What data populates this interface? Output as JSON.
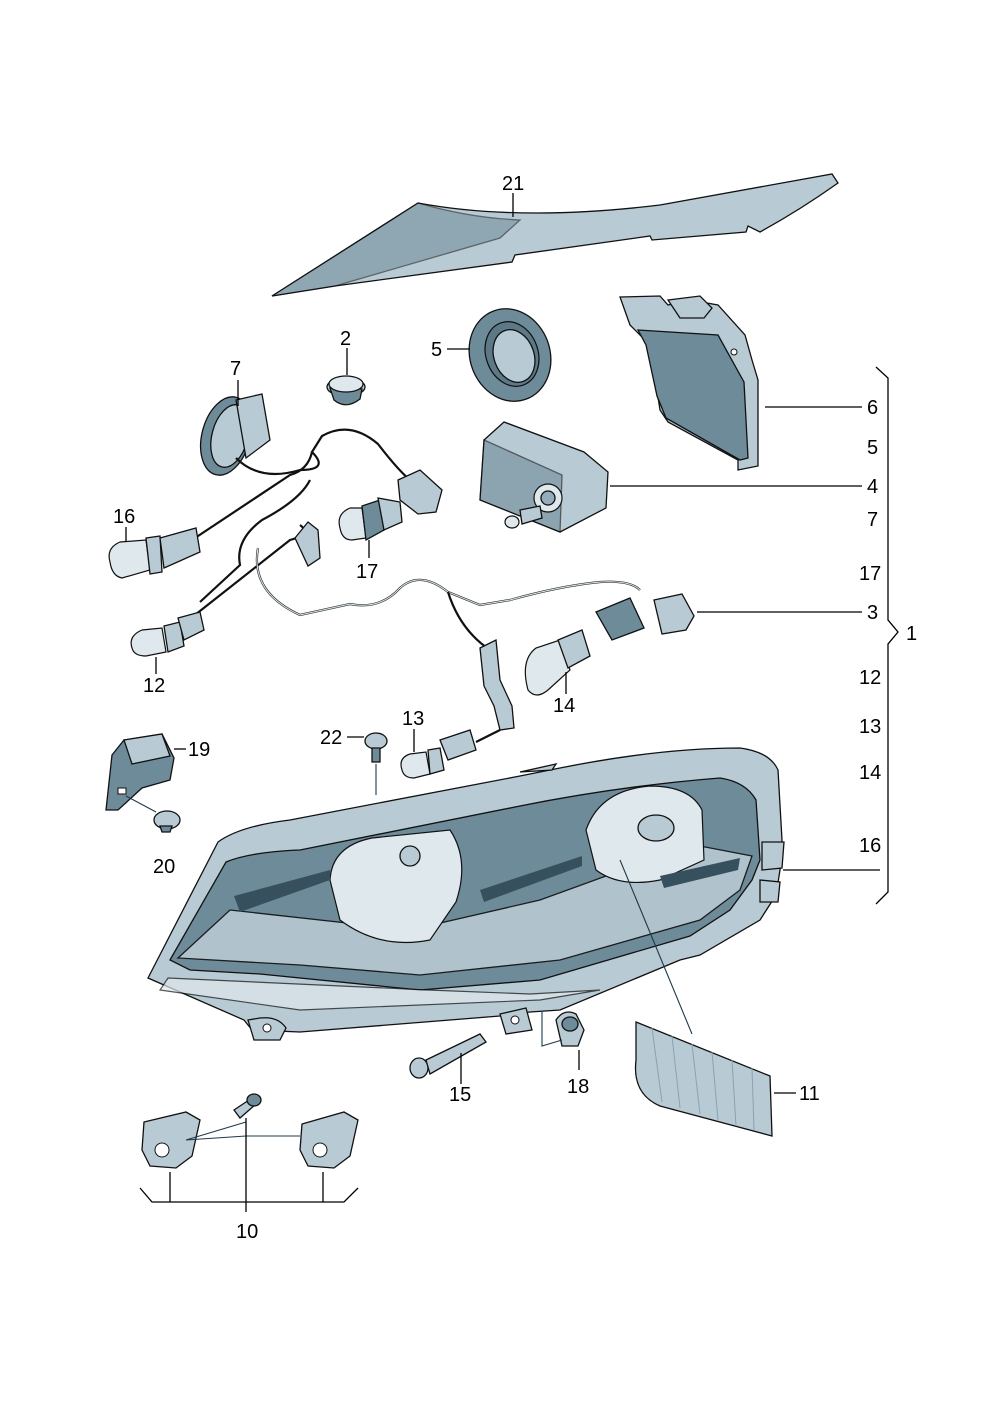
{
  "callouts": {
    "c21": "21",
    "c2": "2",
    "c7": "7",
    "c5": "5",
    "c6": "6",
    "c16": "16",
    "c17": "17",
    "c12": "12",
    "c14": "14",
    "c13": "13",
    "c22": "22",
    "c19": "19",
    "c20": "20",
    "c15": "15",
    "c18": "18",
    "c11": "11",
    "c10": "10"
  },
  "bracket_list": {
    "items": [
      "6",
      "5",
      "4",
      "7",
      "17",
      "3",
      "12",
      "13",
      "14",
      "16"
    ],
    "group": "1"
  },
  "colors": {
    "part_fill": "#b8cad3",
    "part_dark": "#6e8b99",
    "line": "#000000"
  }
}
